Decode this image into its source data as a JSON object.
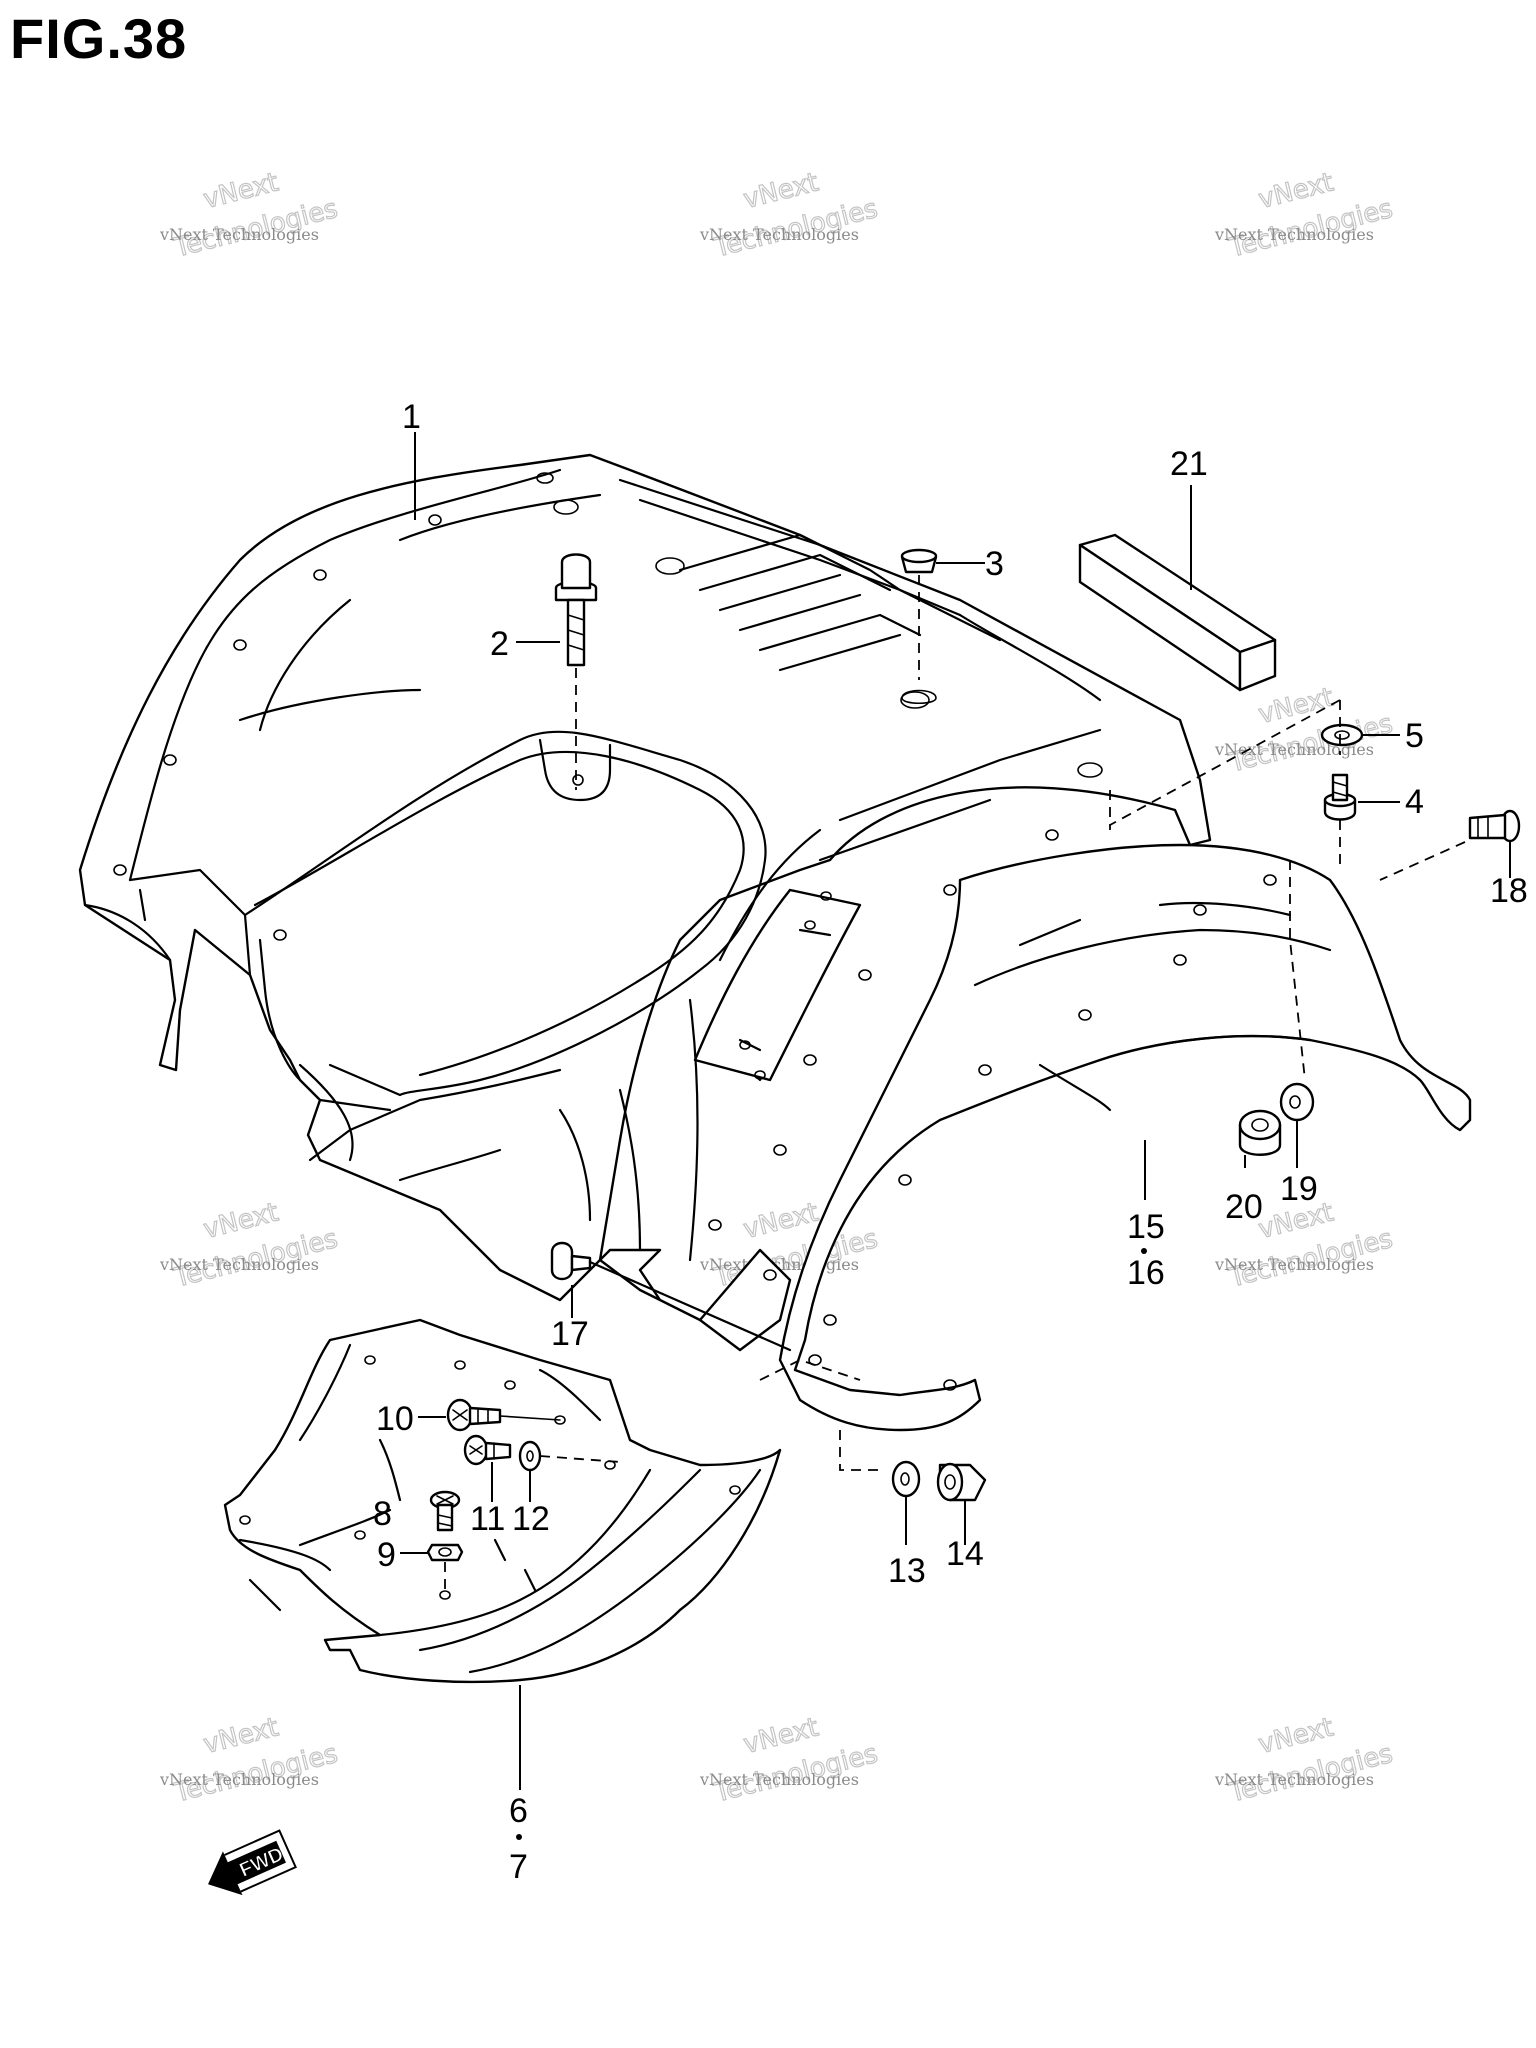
{
  "figure": {
    "title": "FIG.38"
  },
  "watermark": {
    "line_small": "vNext Technologies",
    "line_large_top": "vNext",
    "line_large_bottom": "Technologies"
  },
  "callouts": [
    {
      "id": "1",
      "label": "1"
    },
    {
      "id": "2",
      "label": "2"
    },
    {
      "id": "3",
      "label": "3"
    },
    {
      "id": "4",
      "label": "4"
    },
    {
      "id": "5",
      "label": "5"
    },
    {
      "id": "6",
      "label": "6"
    },
    {
      "id": "7",
      "label": "7"
    },
    {
      "id": "8",
      "label": "8"
    },
    {
      "id": "9",
      "label": "9"
    },
    {
      "id": "10",
      "label": "10"
    },
    {
      "id": "11",
      "label": "11"
    },
    {
      "id": "12",
      "label": "12"
    },
    {
      "id": "13",
      "label": "13"
    },
    {
      "id": "14",
      "label": "14"
    },
    {
      "id": "15",
      "label": "15"
    },
    {
      "id": "16",
      "label": "16"
    },
    {
      "id": "17",
      "label": "17"
    },
    {
      "id": "18",
      "label": "18"
    },
    {
      "id": "19",
      "label": "19"
    },
    {
      "id": "20",
      "label": "20"
    },
    {
      "id": "21",
      "label": "21"
    }
  ],
  "direction_arrow": {
    "label": "FWD"
  },
  "colors": {
    "ink": "#000000",
    "watermark": "#8a8a8a",
    "background": "#ffffff"
  }
}
